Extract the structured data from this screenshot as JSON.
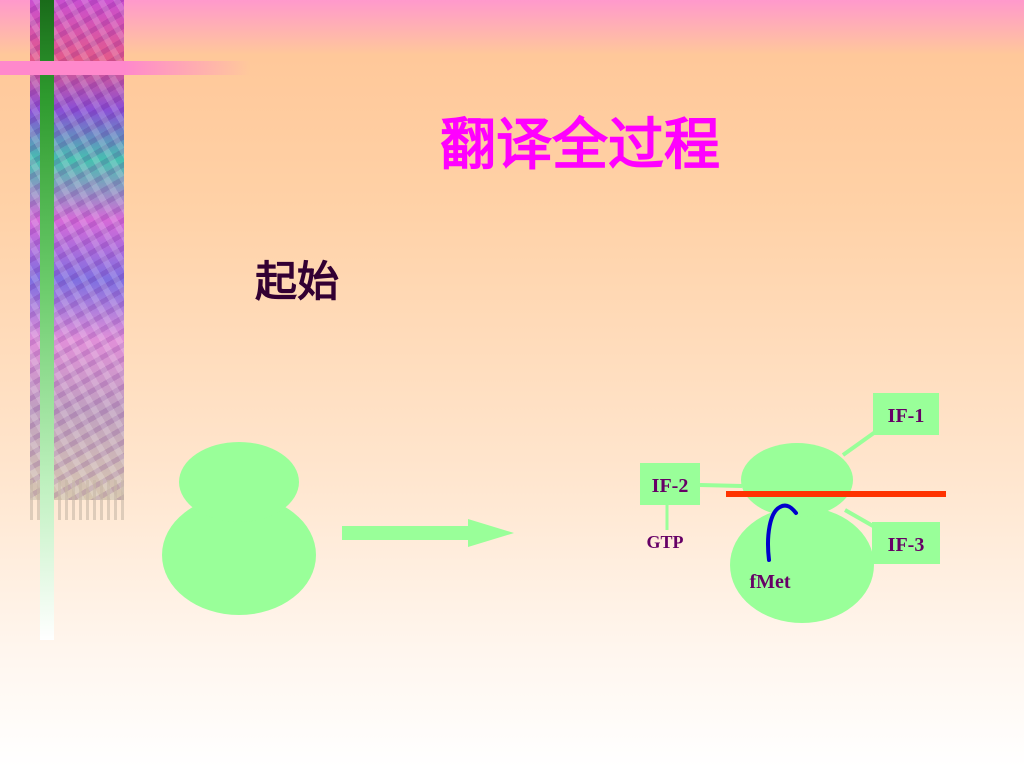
{
  "title": "翻译全过程",
  "subtitle": "起始",
  "diagram": {
    "labels": {
      "if1": "IF-1",
      "if2": "IF-2",
      "if3": "IF-3",
      "gtp": "GTP",
      "fmet": "fMet"
    },
    "colors": {
      "ribosome": "#99ff99",
      "arrow": "#99ff99",
      "box": "#99ff99",
      "mrna": "#ff3300",
      "trna": "#0000cc",
      "label_text": "#660066"
    }
  }
}
